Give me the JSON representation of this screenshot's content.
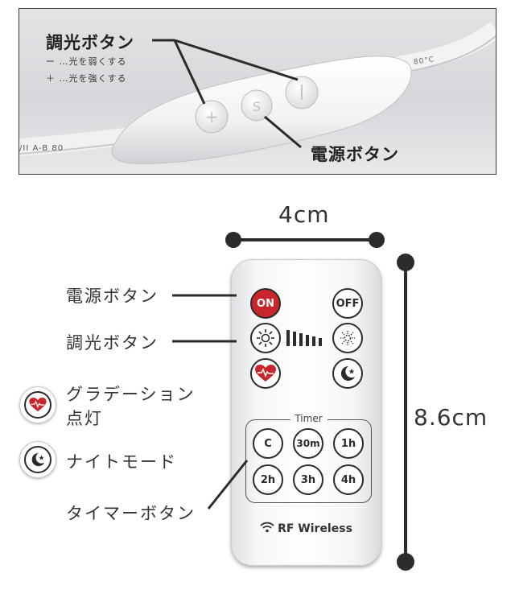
{
  "top": {
    "dimmer_title": "調光ボタン",
    "dimmer_minus": "ー …光を弱くする",
    "dimmer_plus": "＋ …光を強くする",
    "power_title": "電源ボタン",
    "cable_text_left": "/II  A-B  80",
    "cable_text_right": "80°C"
  },
  "remote": {
    "on": "ON",
    "off": "OFF",
    "timer_title": "Timer",
    "timer_buttons": [
      "C",
      "30m",
      "1h",
      "2h",
      "3h",
      "4h"
    ],
    "brand": "RF Wireless"
  },
  "labels": {
    "power": "電源ボタン",
    "dimmer": "調光ボタン",
    "gradation_line1": "グラデーション",
    "gradation_line2": "点灯",
    "night": "ナイトモード",
    "timer": "タイマーボタン"
  },
  "dims": {
    "width": "4cm",
    "height": "8.6cm"
  },
  "colors": {
    "accent_red": "#c8262c",
    "line": "#2b2b2b"
  }
}
